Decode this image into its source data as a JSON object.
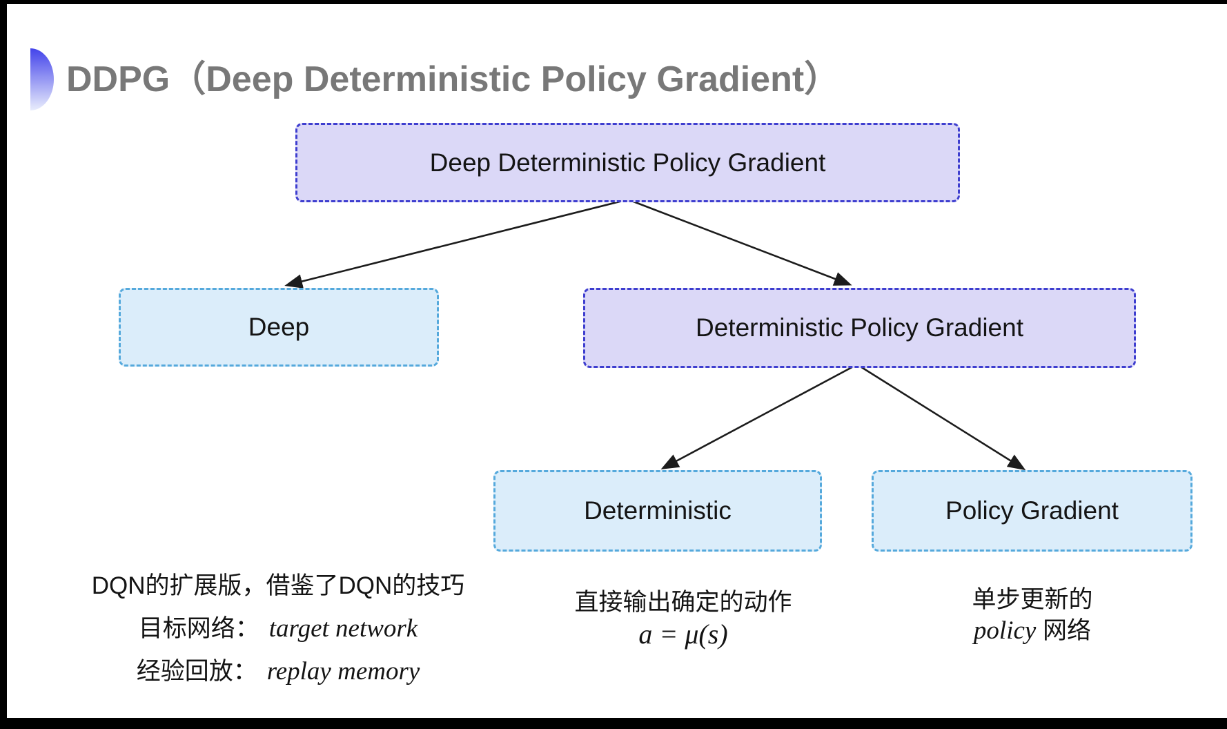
{
  "title": "DDPG（Deep Deterministic Policy Gradient）",
  "nodes": {
    "root": "Deep Deterministic Policy Gradient",
    "deep": "Deep",
    "dpg": "Deterministic Policy Gradient",
    "deterministic": "Deterministic",
    "policy_gradient": "Policy Gradient"
  },
  "notes": {
    "deep_line1": "DQN的扩展版，借鉴了DQN的技巧",
    "deep_line2_label": "目标网络：",
    "deep_line2_value": "target network",
    "deep_line3_label": "经验回放：",
    "deep_line3_value": "replay memory",
    "det_line1": "直接输出确定的动作",
    "det_line2": "a = μ(s)",
    "pg_line1": "单步更新的",
    "pg_line2_italic": "policy",
    "pg_line2_rest": " 网络"
  },
  "colors": {
    "purple_fill": "#dbd8f7",
    "purple_border": "#3e3ecf",
    "blue_fill": "#dbedfa",
    "blue_border": "#55a9dc",
    "arrow": "#1c1c1c",
    "title_text": "#787878",
    "node_text": "#141414",
    "icon_gradient_top": "#4343ea",
    "icon_gradient_bottom": "#e9edfc"
  }
}
